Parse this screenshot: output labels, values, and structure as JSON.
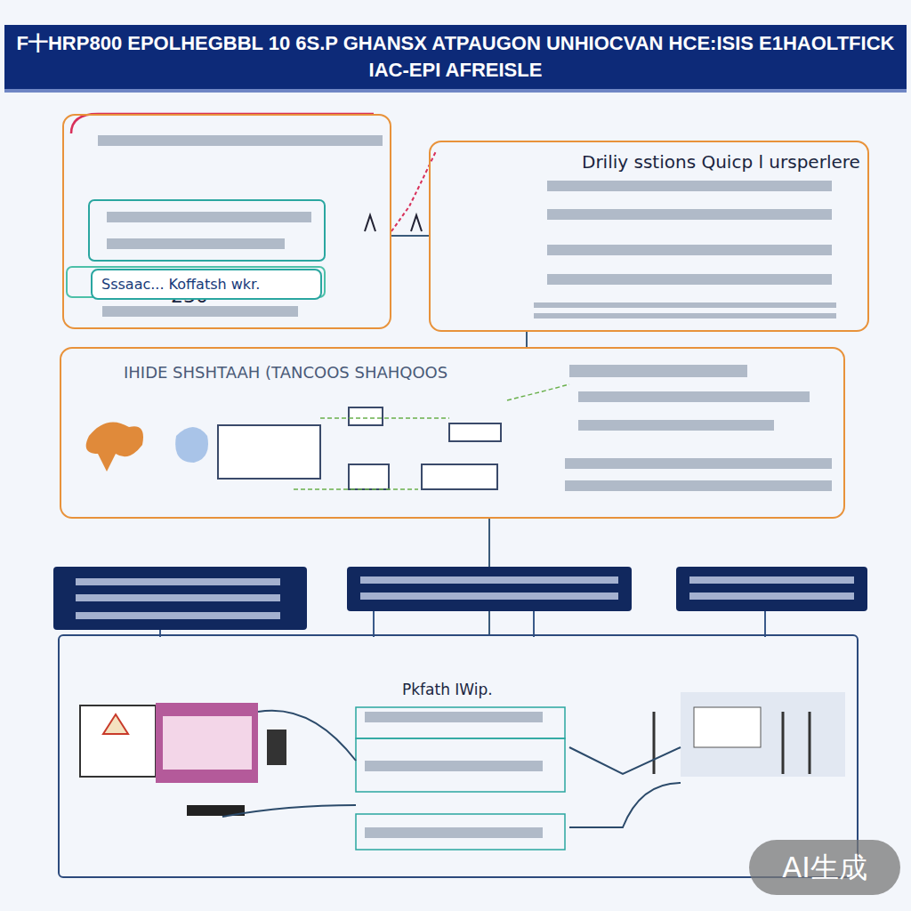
{
  "diagram": {
    "title": "F十HRP800 EPOLHEGBBL 10 6S.P GHANSX ATPAUGON UNHIOCVAN HCE:ISIS E1HAOLTFICK IAC-EPI AFREISLE",
    "nodes": [
      {
        "text": [
          "230"
        ]
      },
      {
        "text": [
          "Sssaac... Koffatsh wkr."
        ],
        "in": 0
      },
      {
        "text": [
          "Driliy sstions Quicp l ursperlere"
        ]
      },
      {
        "text": [
          "IHIDE SHSHTAAH (TANCOOS SHAHQOOS"
        ]
      },
      {
        "text": [
          "Pkfath IWip."
        ]
      }
    ],
    "edges": [
      {
        "from": 0,
        "to": 2,
        "arrow": "none"
      },
      {
        "from": 2,
        "to": 3,
        "arrow": "none"
      },
      {
        "from": 3,
        "to": 4,
        "arrow": "none"
      }
    ],
    "labels": [
      "AI生成"
    ]
  }
}
